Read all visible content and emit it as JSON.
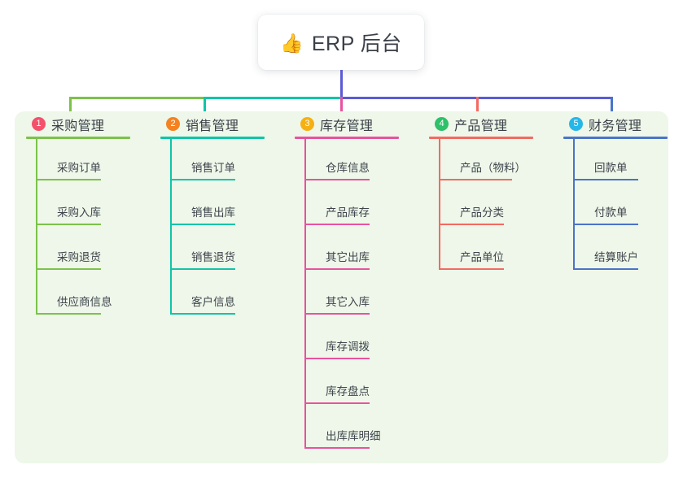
{
  "root": {
    "icon": "thumbs-up-icon",
    "emoji": "👍",
    "title": "ERP 后台"
  },
  "palette": {
    "panel_bg": "#eef7e9",
    "text": "#3a3f48",
    "trunk_line": "#5b5bd6",
    "col1": "#7cc24a",
    "col2": "#0fc5a8",
    "col3": "#e8529e",
    "col4": "#f46a61",
    "col5": "#4a74c9",
    "badge1": "#f4516c",
    "badge2": "#f58220",
    "badge3": "#f5b014",
    "badge4": "#2ec06a",
    "badge5": "#27b6e8"
  },
  "columns": [
    {
      "index": "1",
      "title": "采购管理",
      "badge_color": "#f4516c",
      "line_color": "#7cc24a",
      "items": [
        "采购订单",
        "采购入库",
        "采购退货",
        "供应商信息"
      ]
    },
    {
      "index": "2",
      "title": "销售管理",
      "badge_color": "#f58220",
      "line_color": "#0fc5a8",
      "items": [
        "销售订单",
        "销售出库",
        "销售退货",
        "客户信息"
      ]
    },
    {
      "index": "3",
      "title": "库存管理",
      "badge_color": "#f5b014",
      "line_color": "#e8529e",
      "items": [
        "仓库信息",
        "产品库存",
        "其它出库",
        "其它入库",
        "库存调拨",
        "库存盘点",
        "出库库明细"
      ]
    },
    {
      "index": "4",
      "title": "产品管理",
      "badge_color": "#2ec06a",
      "line_color": "#f46a61",
      "items": [
        "产品（物料）",
        "产品分类",
        "产品单位"
      ]
    },
    {
      "index": "5",
      "title": "财务管理",
      "badge_color": "#27b6e8",
      "line_color": "#4a74c9",
      "items": [
        "回款单",
        "付款单",
        "结算账户"
      ]
    }
  ]
}
